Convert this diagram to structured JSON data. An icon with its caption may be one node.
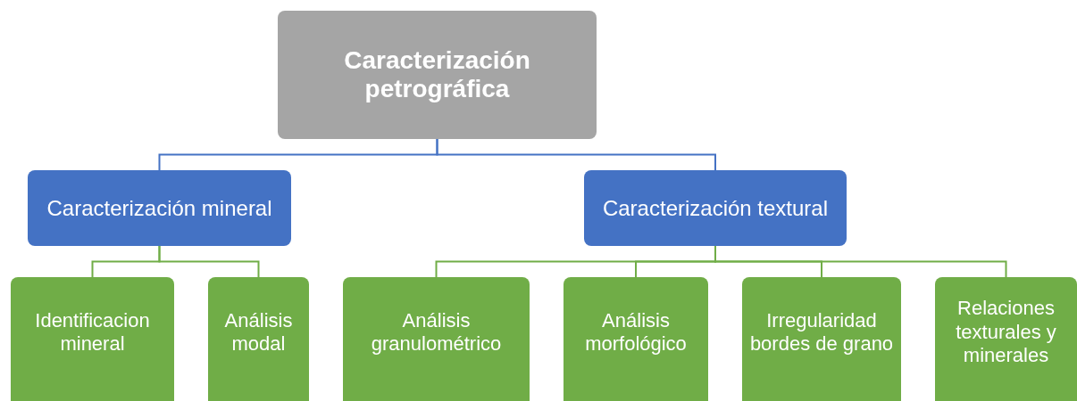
{
  "diagram": {
    "nodes": [
      {
        "text": [
          "Caracterización petrográfica"
        ]
      },
      {
        "text": [
          "Caracterización mineral"
        ]
      },
      {
        "text": [
          "Caracterización textural"
        ]
      },
      {
        "text": [
          "Identificacion mineral"
        ]
      },
      {
        "text": [
          "Análisis modal"
        ]
      },
      {
        "text": [
          "Análisis granulométrico"
        ]
      },
      {
        "text": [
          "Análisis morfológico"
        ]
      },
      {
        "text": [
          "Irregularidad bordes de grano"
        ]
      },
      {
        "text": [
          "Relaciones texturales y minerales"
        ]
      }
    ],
    "edges": [
      {
        "from": 0,
        "to": 1,
        "arrow": "none",
        "color": "#4472c4"
      },
      {
        "from": 0,
        "to": 2,
        "arrow": "none",
        "color": "#4472c4"
      },
      {
        "from": 1,
        "to": 3,
        "arrow": "none"
      },
      {
        "from": 1,
        "to": 4,
        "arrow": "none"
      },
      {
        "from": 2,
        "to": 5,
        "arrow": "none"
      },
      {
        "from": 2,
        "to": 6,
        "arrow": "none"
      },
      {
        "from": 2,
        "to": 7,
        "arrow": "none"
      },
      {
        "from": 2,
        "to": 8,
        "arrow": "none"
      }
    ]
  }
}
